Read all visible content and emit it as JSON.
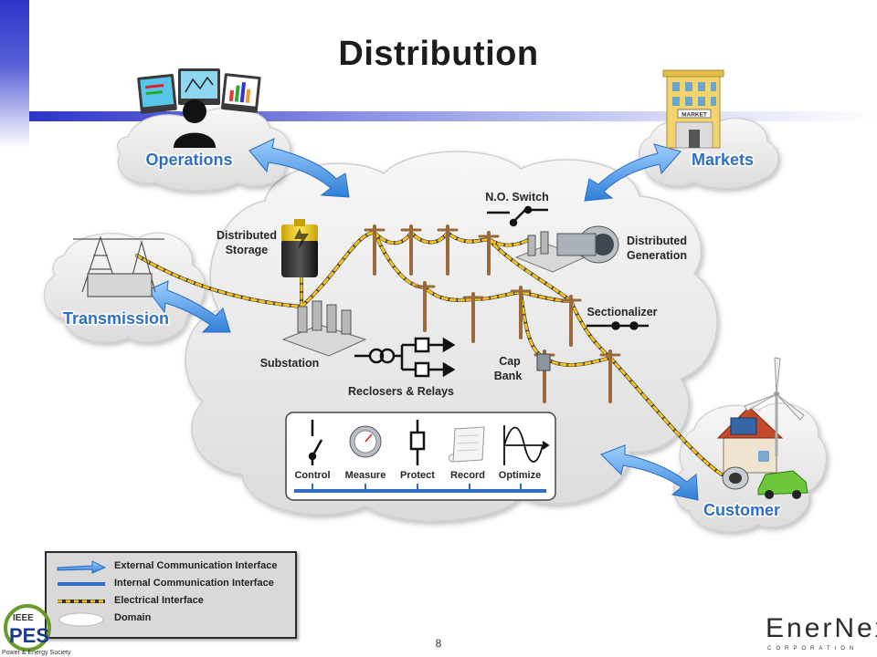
{
  "slide": {
    "title": "Distribution",
    "page_number": "8"
  },
  "domains": {
    "operations": "Operations",
    "markets": "Markets",
    "transmission": "Transmission",
    "customer": "Customer"
  },
  "components": {
    "no_switch": "N.O. Switch",
    "storage_l1": "Distributed",
    "storage_l2": "Storage",
    "generation_l1": "Distributed",
    "generation_l2": "Generation",
    "sectionalizer": "Sectionalizer",
    "substation": "Substation",
    "cap_bank_l1": "Cap",
    "cap_bank_l2": "Bank",
    "reclosers": "Reclosers & Relays",
    "market_sign": "MARKET"
  },
  "functions": [
    "Control",
    "Measure",
    "Protect",
    "Record",
    "Optimize"
  ],
  "legend": [
    {
      "label": "External Communication Interface",
      "symbol": "blue-arrow"
    },
    {
      "label": "Internal Communication Interface",
      "symbol": "blue-line"
    },
    {
      "label": "Electrical Interface",
      "symbol": "yellow-dashed-line"
    },
    {
      "label": "Domain",
      "symbol": "cloud"
    }
  ],
  "logos": {
    "ieee_line1": "IEEE",
    "ieee_line2": "PES",
    "ieee_tagline": "Power & Energy Society",
    "enernex": "EnerNex",
    "enernex_sub": "CORPORATION"
  },
  "colors": {
    "accent_blue": "#2d34c8",
    "domain_label": "#2e6fc6",
    "electrical": "#f0c020",
    "comm_arrow": "#3f8fe0"
  }
}
